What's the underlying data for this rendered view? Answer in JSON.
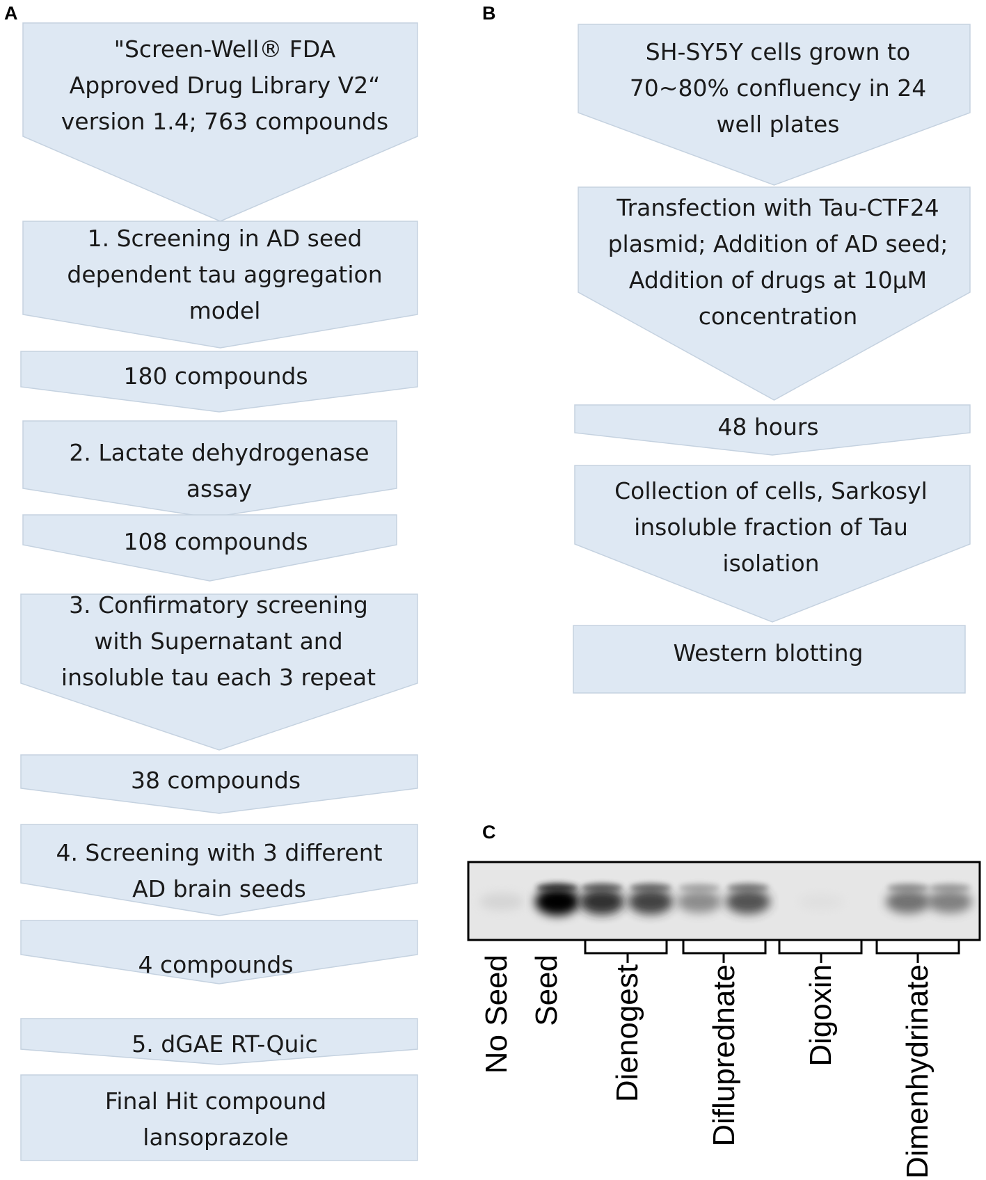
{
  "panels": {
    "a": {
      "letter": "A",
      "steps": [
        {
          "kind": "arrow",
          "lines": [
            "\"Screen-Well® FDA",
            "Approved Drug Library V2“",
            "version 1.4; 763 compounds"
          ]
        },
        {
          "kind": "arrow",
          "lines": [
            "1. Screening in AD seed",
            "dependent tau aggregation",
            "model"
          ]
        },
        {
          "kind": "arrow",
          "lines": [
            "180 compounds"
          ]
        },
        {
          "kind": "arrow",
          "lines": [
            "2. Lactate dehydrogenase",
            "assay"
          ]
        },
        {
          "kind": "arrow",
          "lines": [
            "108 compounds"
          ]
        },
        {
          "kind": "arrow",
          "lines": [
            "3. Confirmatory screening",
            "with Supernatant and",
            "insoluble tau each 3 repeat"
          ]
        },
        {
          "kind": "arrow",
          "lines": [
            "38 compounds"
          ]
        },
        {
          "kind": "arrow",
          "lines": [
            "4. Screening with 3 different",
            "AD brain seeds"
          ]
        },
        {
          "kind": "arrow",
          "lines": [
            "4 compounds"
          ]
        },
        {
          "kind": "arrow",
          "lines": [
            "5. dGAE RT-Quic"
          ]
        },
        {
          "kind": "box",
          "lines": [
            "Final Hit compound",
            "lansoprazole"
          ]
        }
      ]
    },
    "b": {
      "letter": "B",
      "steps": [
        {
          "kind": "arrow",
          "lines": [
            "SH-SY5Y cells grown to",
            "70~80% confluency in 24",
            "well plates"
          ]
        },
        {
          "kind": "arrow",
          "lines": [
            "Transfection with Tau-CTF24",
            "plasmid; Addition of AD seed;",
            "Addition of drugs at 10µM",
            "concentration"
          ]
        },
        {
          "kind": "arrow",
          "lines": [
            "48 hours"
          ]
        },
        {
          "kind": "arrow",
          "lines": [
            "Collection of cells, Sarkosyl",
            "insoluble fraction of Tau",
            "isolation"
          ]
        },
        {
          "kind": "box",
          "lines": [
            "Western blotting"
          ]
        }
      ]
    },
    "c": {
      "letter": "C",
      "band_intensity": [
        0.15,
        1.0,
        0.85,
        0.8,
        0.55,
        0.75,
        0.03,
        0.65,
        0.6
      ],
      "lane_labels": [
        "No Seed",
        "Seed",
        "Dienogest",
        "Difluprednate",
        "Digoxin",
        "Dimenhydrinate"
      ]
    }
  }
}
